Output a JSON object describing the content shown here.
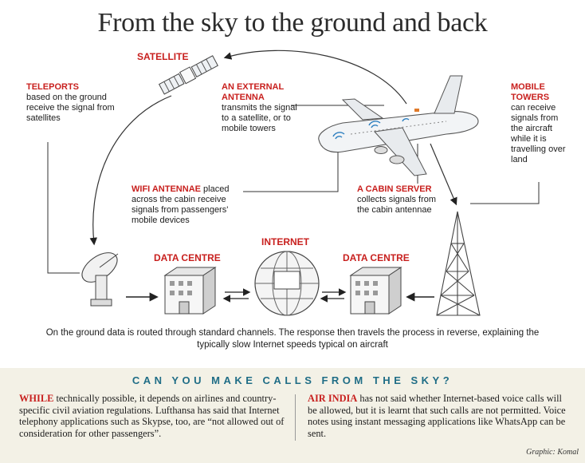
{
  "title": "From the sky to the ground and back",
  "labels": {
    "satellite": "SATELLITE",
    "teleports_head": "TELEPORTS",
    "teleports_body": "based on the ground receive the signal from satellites",
    "antenna_head": "AN EXTERNAL ANTENNA",
    "antenna_body": "transmits the signal to a satellite, or to mobile towers",
    "towers_head": "MOBILE TOWERS",
    "towers_body": "can receive signals from the aircraft while it is travelling over land",
    "wifi_head": "WIFI ANTENNAE",
    "wifi_body": "placed across the cabin receive signals from passengers' mobile devices",
    "server_head": "A CABIN SERVER",
    "server_body": "collects signals from the cabin antennae",
    "internet": "INTERNET",
    "datacentre_left": "DATA CENTRE",
    "datacentre_right": "DATA CENTRE"
  },
  "caption": "On the ground data is routed through standard channels. The response then travels the process in reverse, explaining the typically slow Internet speeds typical on aircraft",
  "panel": {
    "title": "CAN YOU MAKE CALLS FROM THE SKY?",
    "left_lead": "WHILE",
    "left_body": " technically possible, it depends on airlines and country-specific civil aviation regulations. Lufthansa has said that Internet telephony applications such as Skypse, too, are “not allowed out of consideration for other passengers”.",
    "right_lead": "AIR INDIA",
    "right_body": " has not said whether Internet-based voice calls will be allowed, but it is learnt that such calls are not permitted. Voice notes using instant messaging applications like WhatsApp can be sent."
  },
  "credit": "Graphic: Komal",
  "colors": {
    "accent_red": "#c8201e",
    "panel_title": "#1f6d86",
    "panel_bg": "#f3f1e6"
  }
}
